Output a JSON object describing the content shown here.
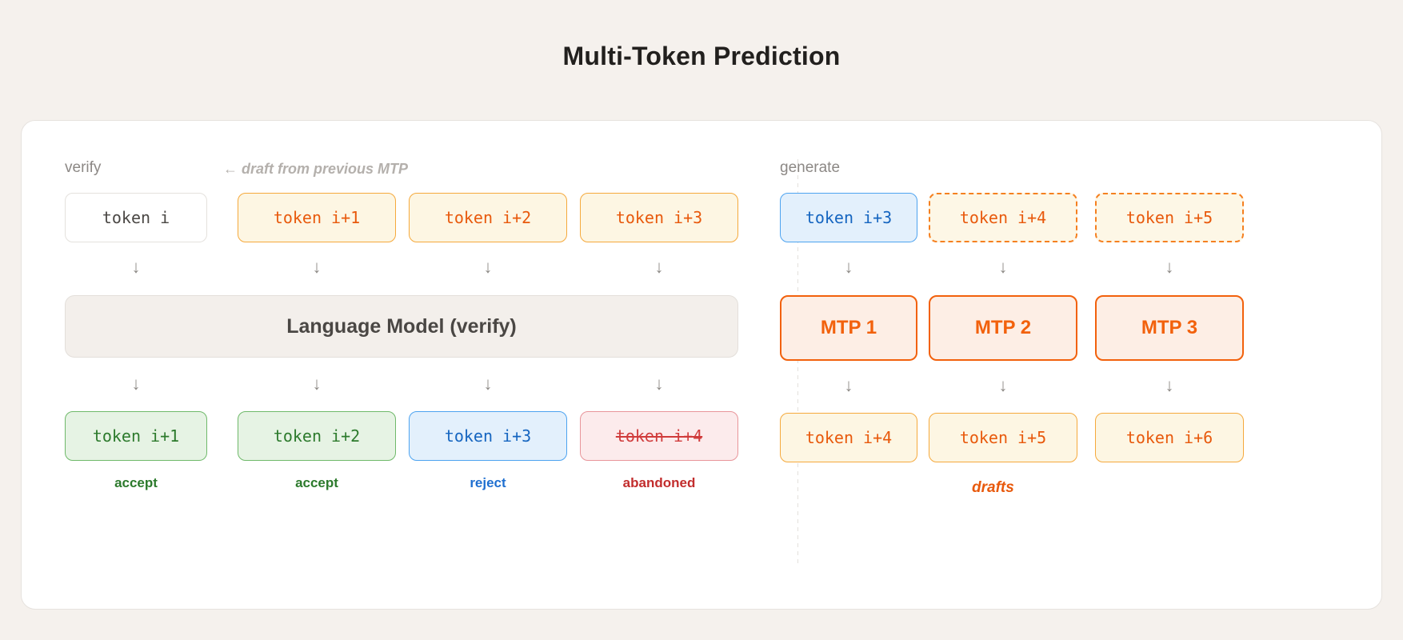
{
  "title": "Multi-Token Prediction",
  "colors": {
    "page_background": "#f5f1ed",
    "card_background": "#ffffff",
    "orange": "#e8590c",
    "mtp_orange": "#f2610c",
    "green": "#2c7a2c",
    "blue": "#1565c0",
    "red": "#d03b3b",
    "muted": "#8c8885"
  },
  "left_panel": {
    "label": "verify",
    "hint": "← draft from previous MTP",
    "input_row": [
      {
        "text": "token i",
        "style": "plain"
      },
      {
        "text": "token i+1",
        "style": "draft"
      },
      {
        "text": "token i+2",
        "style": "draft"
      },
      {
        "text": "token i+3",
        "style": "draft"
      }
    ],
    "model_bar": "Language Model (verify)",
    "output_row": [
      {
        "text": "token i+1",
        "style": "accept",
        "status": "accept"
      },
      {
        "text": "token i+2",
        "style": "accept",
        "status": "accept"
      },
      {
        "text": "token i+3",
        "style": "reject",
        "status": "reject"
      },
      {
        "text": "token i+4",
        "style": "abandoned",
        "status": "abandoned"
      }
    ]
  },
  "right_panel": {
    "label": "generate",
    "input_row": [
      {
        "text": "token i+3",
        "style": "reject"
      },
      {
        "text": "token i+4",
        "style": "draft-dashed"
      },
      {
        "text": "token i+5",
        "style": "draft-dashed"
      }
    ],
    "mtp_row": [
      {
        "text": "MTP 1"
      },
      {
        "text": "MTP 2"
      },
      {
        "text": "MTP 3"
      }
    ],
    "output_row": [
      {
        "text": "token i+4"
      },
      {
        "text": "token i+5"
      },
      {
        "text": "token i+6"
      }
    ],
    "caption": "drafts"
  },
  "arrow_glyph": "↓"
}
